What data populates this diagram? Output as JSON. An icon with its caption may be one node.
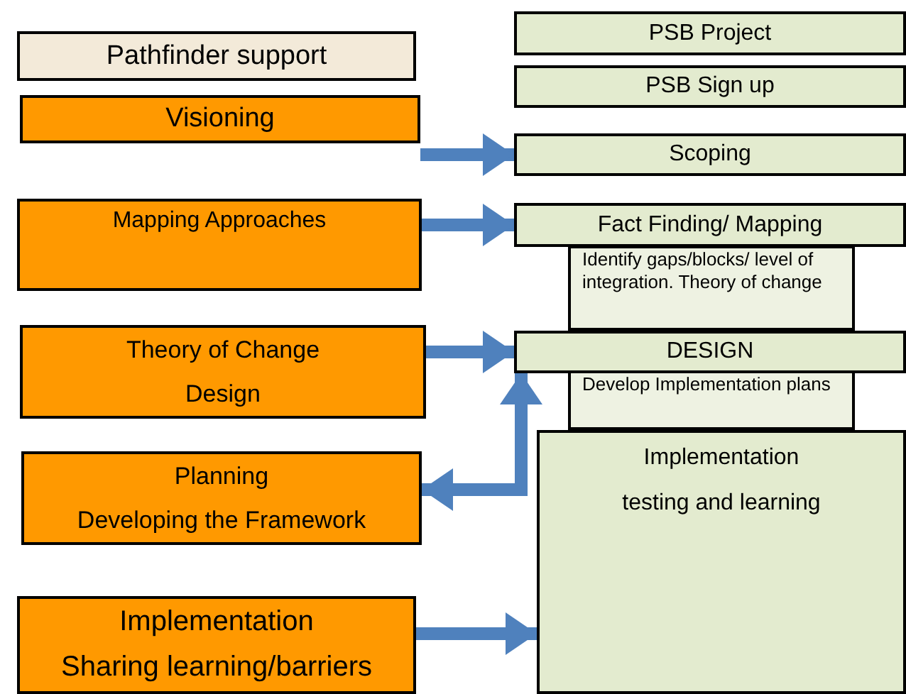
{
  "diagram": {
    "nodes": [
      {
        "text": [
          "Pathfinder support"
        ]
      },
      {
        "text": [
          "Visioning"
        ]
      },
      {
        "text": [
          "Mapping Approaches"
        ]
      },
      {
        "text": [
          "Theory of Change",
          "Design"
        ]
      },
      {
        "text": [
          "Planning",
          "Developing the Framework"
        ]
      },
      {
        "text": [
          "Implementation",
          "Sharing learning/barriers"
        ]
      },
      {
        "text": [
          "PSB Project"
        ]
      },
      {
        "text": [
          "PSB Sign up"
        ]
      },
      {
        "text": [
          "Scoping"
        ]
      },
      {
        "text": [
          "Fact Finding/ Mapping"
        ]
      },
      {
        "text": [
          "Identify gaps/blocks/ level of integration. Theory of change"
        ]
      },
      {
        "text": [
          "DESIGN"
        ]
      },
      {
        "text": [
          "Develop Implementation plans"
        ]
      },
      {
        "text": [
          "Implementation",
          "testing and learning"
        ]
      }
    ],
    "edges": [
      {
        "from": 1,
        "to": 8,
        "arrow": "to"
      },
      {
        "from": 2,
        "to": 9,
        "arrow": "to"
      },
      {
        "from": 3,
        "to": 11,
        "arrow": "to"
      },
      {
        "from": 4,
        "to": 11,
        "arrow": "both"
      },
      {
        "from": 5,
        "to": 13,
        "arrow": "to"
      }
    ]
  }
}
